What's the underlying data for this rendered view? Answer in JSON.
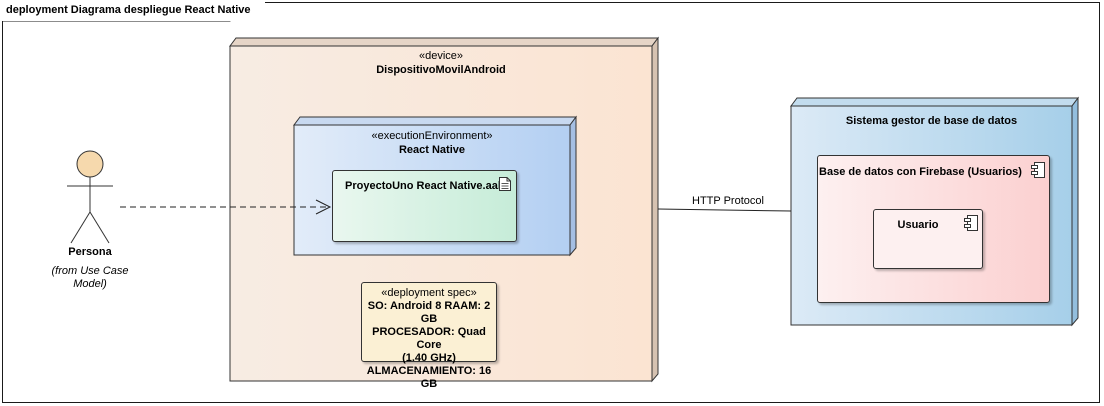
{
  "frame": {
    "title": "deployment Diagrama despliegue React Native"
  },
  "actor": {
    "name": "Persona",
    "origin_line1": "(from Use Case",
    "origin_line2": "Model)"
  },
  "device_node": {
    "stereotype": "«device»",
    "name": "DispositivoMovilAndroid"
  },
  "exec_env": {
    "stereotype": "«executionEnvironment»",
    "name": "React Native"
  },
  "artifact": {
    "name": "ProyectoUno React Native.aab",
    "icon": "document-icon"
  },
  "deployment_spec": {
    "stereotype": "«deployment spec»",
    "lines": [
      "SO: Android 8 RAAM: 2 GB",
      "PROCESADOR: Quad Core",
      "(1.40 GHz)",
      "ALMACENAMIENTO: 16 GB"
    ]
  },
  "connector": {
    "label": "HTTP Protocol"
  },
  "db_node": {
    "name": "Sistema gestor de base de datos"
  },
  "db_component": {
    "name": "Base de datos con Firebase (Usuarios)",
    "icon": "component-icon"
  },
  "user_component": {
    "name": "Usuario",
    "icon": "component-icon"
  },
  "colors": {
    "device_fill_left": "#f6e8dc",
    "device_fill_right": "#fbe6d6",
    "exec_fill_left": "#dde9f8",
    "exec_fill_right": "#b7d1f2",
    "db_fill_left": "#d6e8f5",
    "db_fill_right": "#a8d0ea",
    "artifact_fill": "#c6ecd8",
    "spec_fill": "#fbf0d4",
    "component_fill": "#fbd0d0",
    "actor_fill": "#f6d9ad"
  }
}
